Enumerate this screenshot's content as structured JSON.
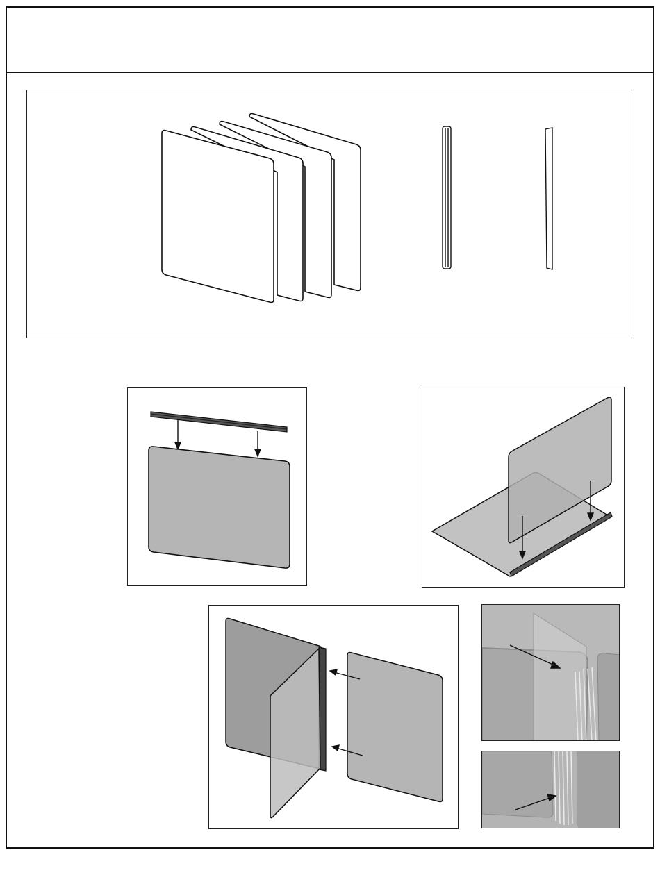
{
  "document": {
    "header_title": "",
    "figures": [
      {
        "name": "parts-overview",
        "content": "four-panels-hinge-strip-edge-strip"
      },
      {
        "name": "step-attach-hinge"
      },
      {
        "name": "step-join-panels"
      },
      {
        "name": "step-add-panel"
      },
      {
        "name": "photo-hinge-closeup-top"
      },
      {
        "name": "photo-hinge-closeup-bottom"
      }
    ]
  },
  "colors": {
    "line": "#111111",
    "panel_fill": "#b5b5b5",
    "panel_fill_dark": "#a0a0a0",
    "glass_fill": "#c9c9c9",
    "photo_bg": "#b0b0b0"
  }
}
